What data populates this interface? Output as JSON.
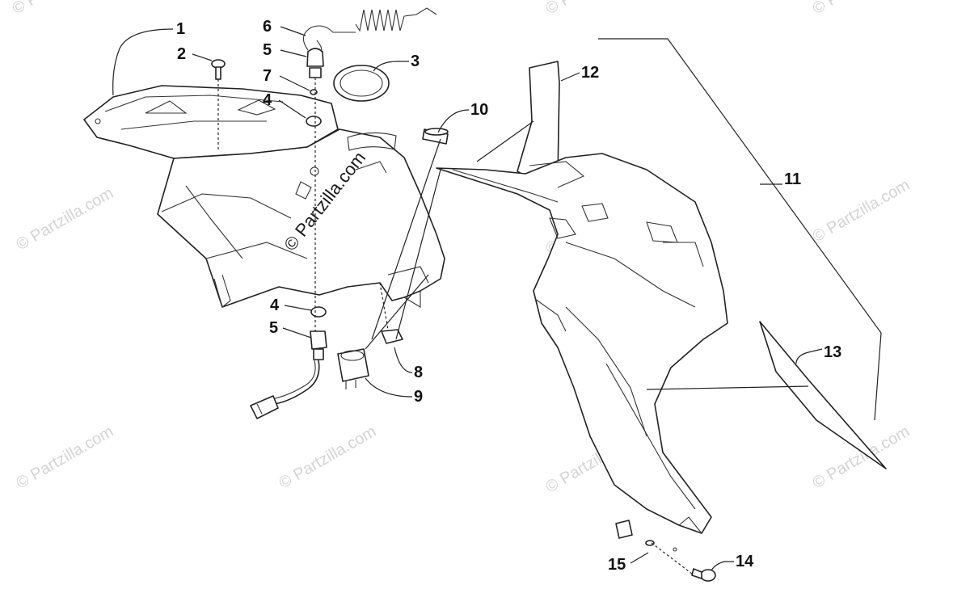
{
  "watermarks": {
    "text": "© Partzilla.com",
    "center": "© Partzilla.com"
  },
  "labels": [
    {
      "id": "1",
      "text": "1"
    },
    {
      "id": "2",
      "text": "2"
    },
    {
      "id": "3",
      "text": "3"
    },
    {
      "id": "4a",
      "text": "4"
    },
    {
      "id": "4b",
      "text": "4"
    },
    {
      "id": "5a",
      "text": "5"
    },
    {
      "id": "5b",
      "text": "5"
    },
    {
      "id": "6",
      "text": "6"
    },
    {
      "id": "7",
      "text": "7"
    },
    {
      "id": "8",
      "text": "8"
    },
    {
      "id": "9",
      "text": "9"
    },
    {
      "id": "10",
      "text": "10"
    },
    {
      "id": "11",
      "text": "11"
    },
    {
      "id": "12",
      "text": "12"
    },
    {
      "id": "13",
      "text": "13"
    },
    {
      "id": "14",
      "text": "14"
    },
    {
      "id": "15",
      "text": "15"
    }
  ]
}
